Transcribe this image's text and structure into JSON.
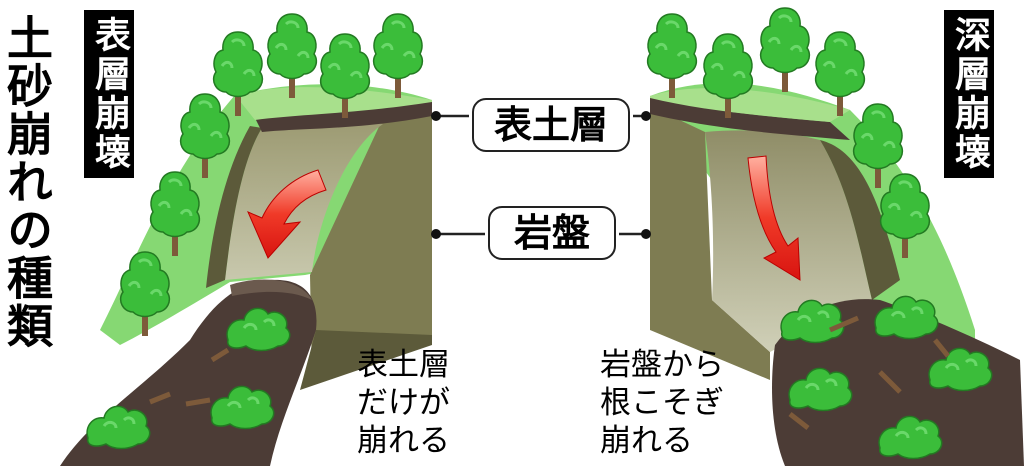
{
  "title": "土砂崩れの種類",
  "left_panel": {
    "tag": "表層崩壊",
    "caption_lines": [
      "表土層",
      "だけが",
      "崩れる"
    ]
  },
  "right_panel": {
    "tag": "深層崩壊",
    "caption_lines": [
      "岩盤から",
      "根こそぎ",
      "崩れる"
    ]
  },
  "center_labels": {
    "topsoil": "表土層",
    "bedrock": "岩盤"
  },
  "colors": {
    "grass": "#86d873",
    "tree": "#3bbd3a",
    "trunk": "#7d5a3a",
    "rock": "#7e7c52",
    "rock_light": "#b4b494",
    "soil": "#4c3c36",
    "arrow": "#e0201c"
  }
}
